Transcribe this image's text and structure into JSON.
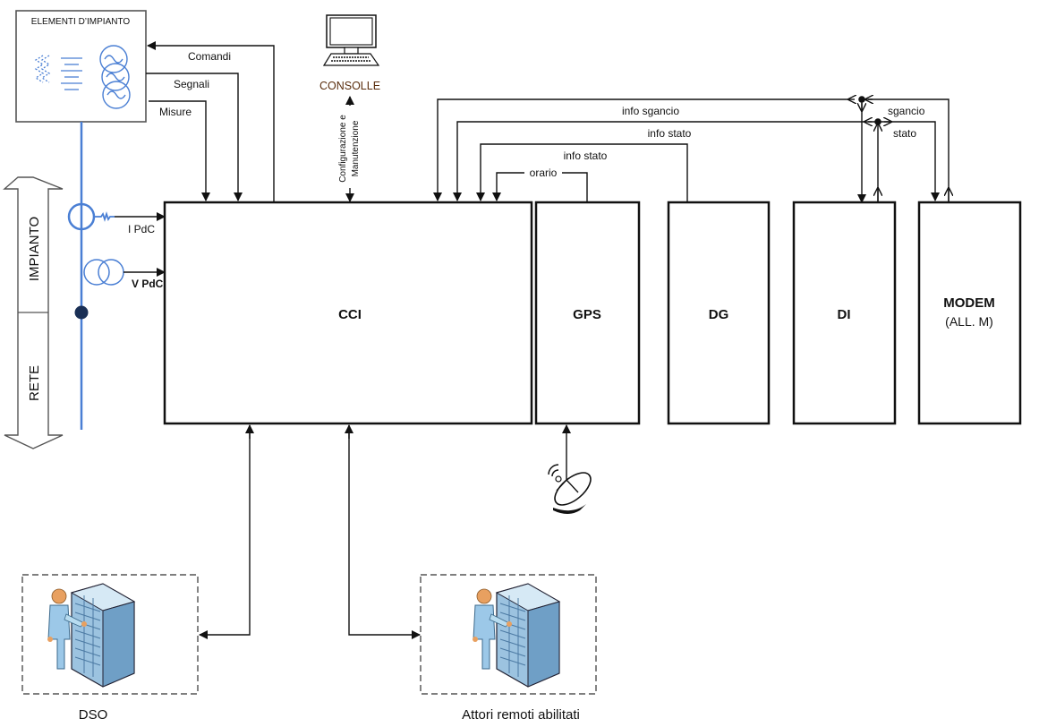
{
  "diagram": {
    "plant_elements": {
      "title": "ELEMENTI D’IMPIANTO"
    },
    "console": {
      "label": "CONSOLLE",
      "link_label_line1": "Configurazione e",
      "link_label_line2": "Manutenzione"
    },
    "side_arrow": {
      "top_label": "IMPIANTO",
      "bottom_label": "RETE"
    },
    "signals_to_cci": [
      {
        "label": "Comandi",
        "direction": "to-plant"
      },
      {
        "label": "Segnali",
        "direction": "to-cci"
      },
      {
        "label": "Misure",
        "direction": "to-cci"
      }
    ],
    "measurements": {
      "current": "I PdC",
      "voltage": "V PdC"
    },
    "blocks": [
      {
        "id": "cci",
        "label": "CCI"
      },
      {
        "id": "gps",
        "label": "GPS"
      },
      {
        "id": "dg",
        "label": "DG"
      },
      {
        "id": "di",
        "label": "DI"
      },
      {
        "id": "modem",
        "label": "MODEM",
        "sublabel": "(ALL. M)"
      }
    ],
    "links": {
      "info_sgancio": "info sgancio",
      "info_stato_dg": "info stato",
      "info_stato_gps": "info stato",
      "orario": "orario",
      "sgancio": "sgancio",
      "stato": "stato"
    },
    "actors": [
      {
        "id": "dso",
        "label": "DSO"
      },
      {
        "id": "remote",
        "label": "Attori remoti abilitati"
      }
    ],
    "colors": {
      "line": "#111111",
      "electrical": "#4a7fd4",
      "node": "#1a2f55",
      "actor_skin": "#e8a060",
      "actor_body": "#9cc8e8",
      "server": "#8fb8d8"
    }
  }
}
